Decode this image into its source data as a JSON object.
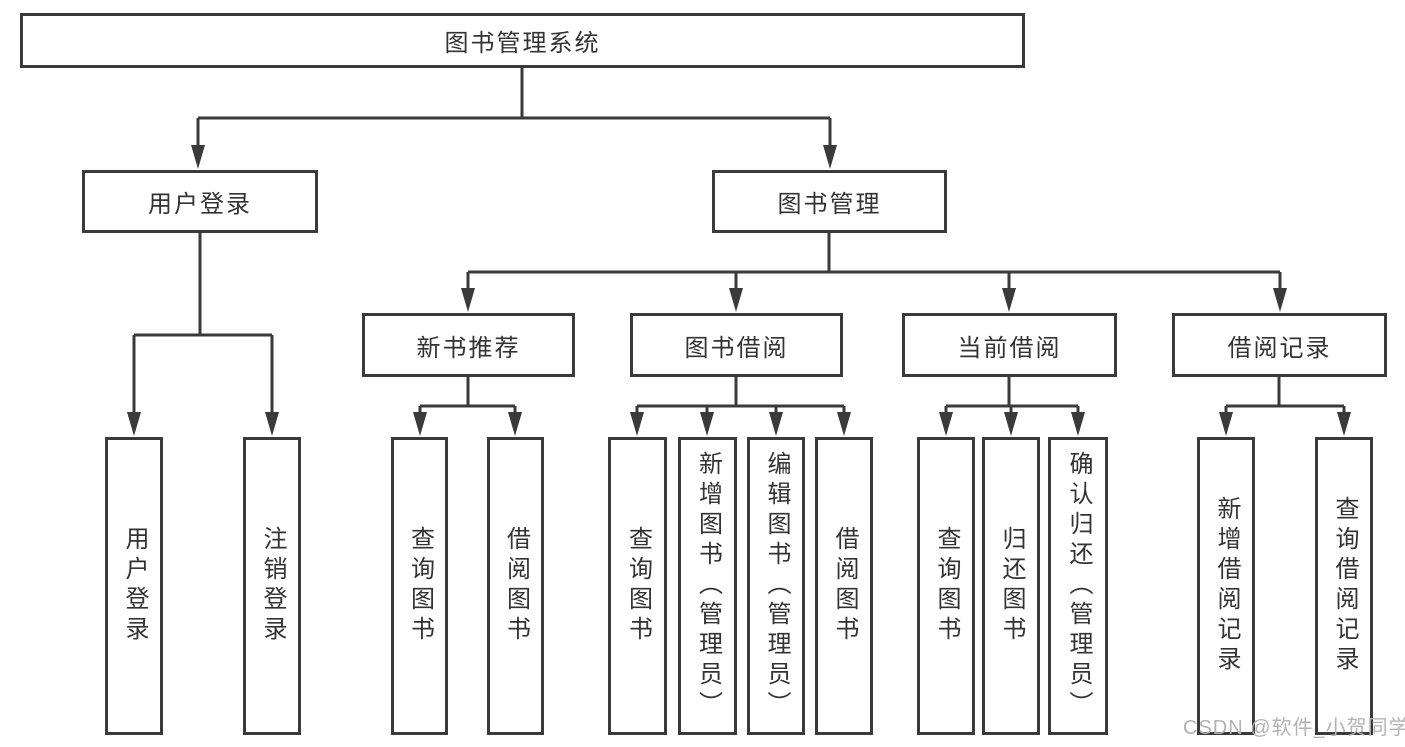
{
  "colors": {
    "line": "#3a3a3a",
    "text": "#333333",
    "watermark": "#b3b3b3",
    "background": "#ffffff"
  },
  "watermark": "CSDN @软件_小贺同学",
  "tree": {
    "root": "图书管理系统",
    "user_login": {
      "label": "用户登录",
      "children": [
        "用户登录",
        "注销登录"
      ]
    },
    "book_management": {
      "label": "图书管理",
      "groups": [
        {
          "label": "新书推荐",
          "children": [
            "查询图书",
            "借阅图书"
          ]
        },
        {
          "label": "图书借阅",
          "children": [
            "查询图书",
            "新增图书（管理员）",
            "编辑图书（管理员）",
            "借阅图书"
          ]
        },
        {
          "label": "当前借阅",
          "children": [
            "查询图书",
            "归还图书",
            "确认归还（管理员）"
          ]
        },
        {
          "label": "借阅记录",
          "children": [
            "新增借阅记录",
            "查询借阅记录"
          ]
        }
      ]
    }
  }
}
